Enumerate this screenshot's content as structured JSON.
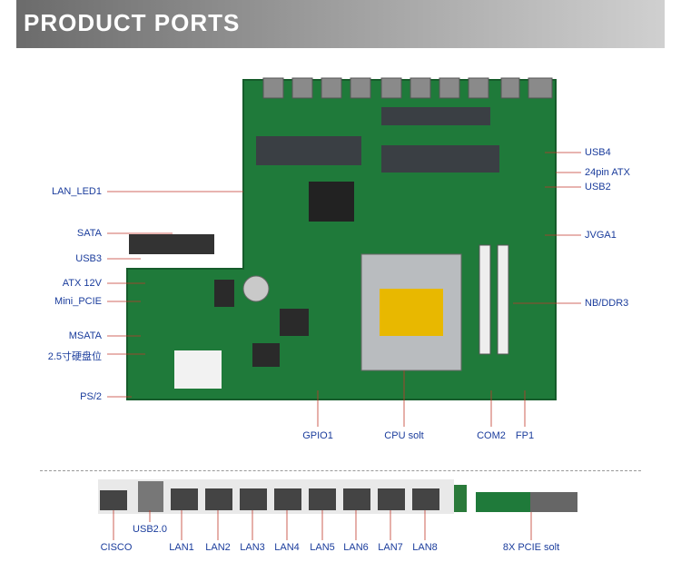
{
  "header": {
    "title": "PRODUCT PORTS"
  },
  "left_labels": [
    "LAN_LED1",
    "SATA",
    "USB3",
    "ATX 12V",
    "Mini_PCIE",
    "MSATA",
    "2.5寸硬盘位",
    "PS/2"
  ],
  "right_labels": [
    "USB4",
    "24pin ATX",
    "USB2",
    "JVGA1",
    "NB/DDR3"
  ],
  "bottom_labels": [
    "GPIO1",
    "CPU solt",
    "COM2",
    "FP1"
  ],
  "io_labels": [
    "CISCO",
    "USB2.0",
    "LAN1",
    "LAN2",
    "LAN3",
    "LAN4",
    "LAN5",
    "LAN6",
    "LAN7",
    "LAN8",
    "8X PCIE solt"
  ],
  "colors": {
    "board": "#1f7a3a",
    "label": "#1a3c9c",
    "line": "#c0392b"
  }
}
